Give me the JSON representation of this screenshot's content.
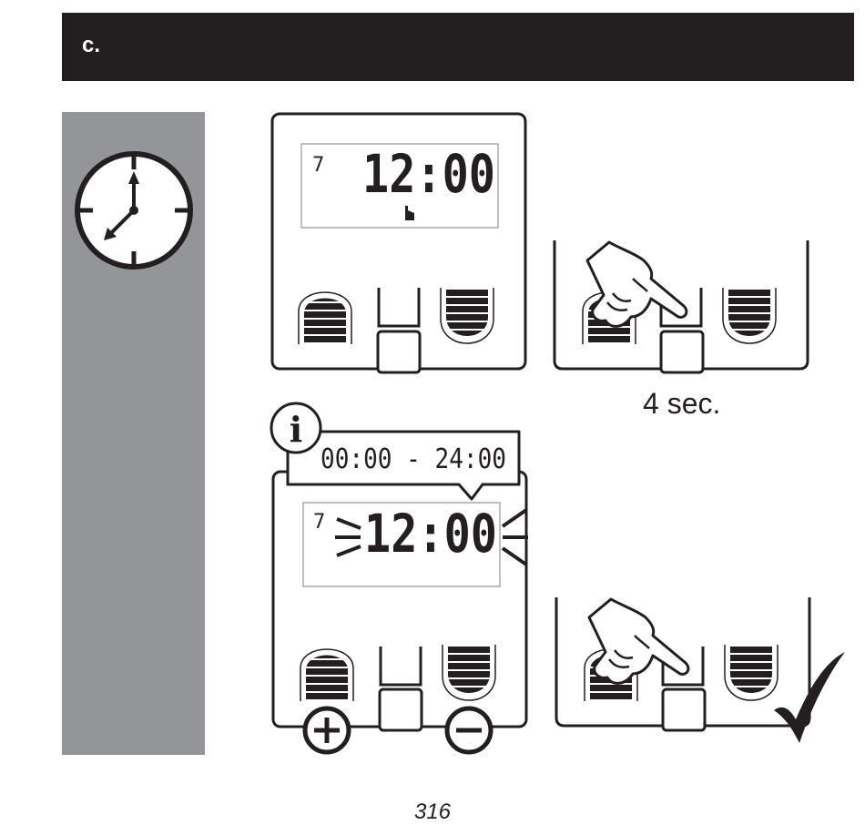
{
  "header": {
    "section_letter": "c."
  },
  "steps": {
    "display_day": "7",
    "display_time": "12:00",
    "hold_duration": "4 sec.",
    "time_range": "00:00 - 24:00",
    "info_symbol": "i"
  },
  "footer": {
    "page_number": "316"
  },
  "colors": {
    "ink": "#231f20",
    "panel": "#939598",
    "lcd_border": "#a7a9ac"
  },
  "icons": [
    "clock-icon",
    "pointer-icon",
    "hand-press-icon",
    "info-icon",
    "plus-icon",
    "minus-icon",
    "checkmark-icon"
  ]
}
